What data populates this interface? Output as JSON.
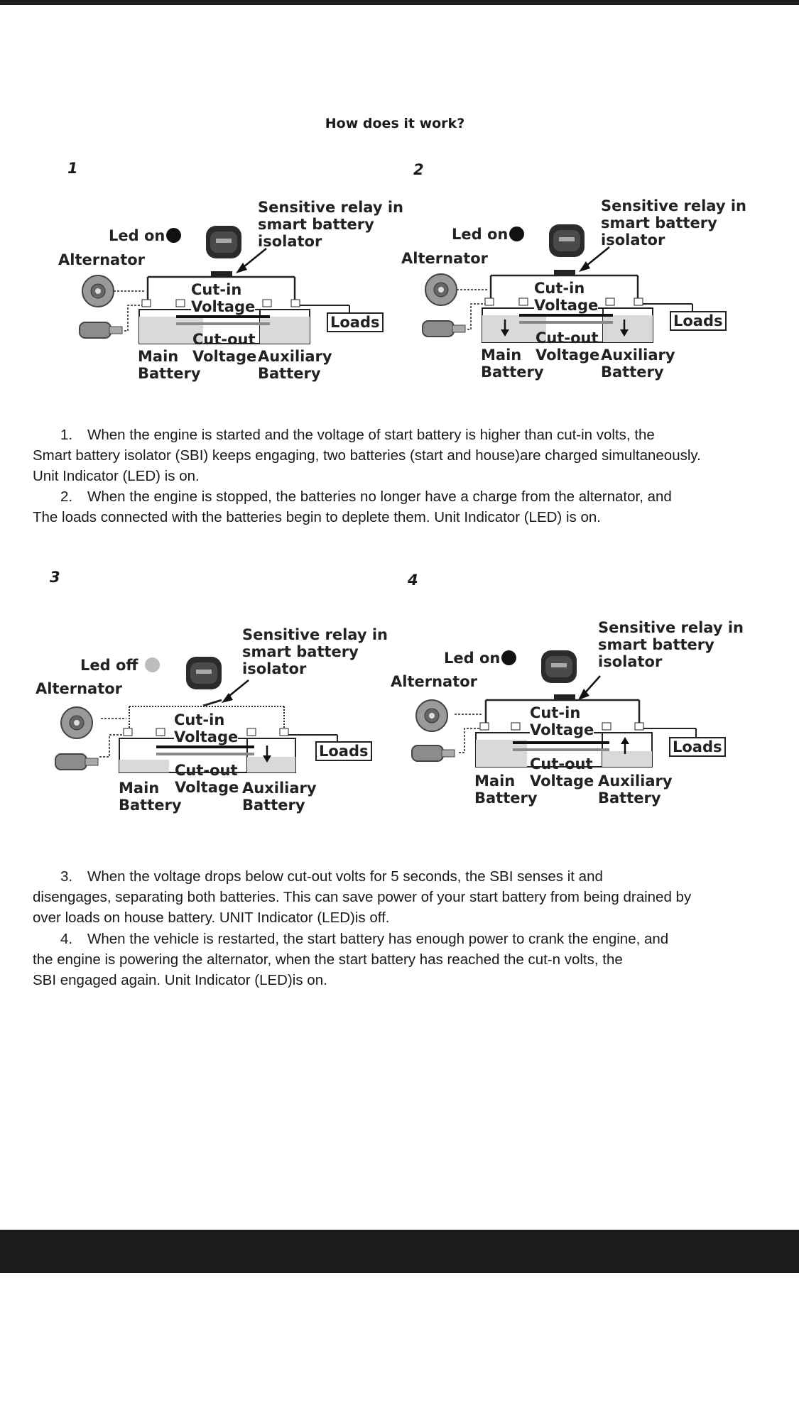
{
  "title": "How does it work?",
  "labels": {
    "relay": "Sensitive relay in\nsmart battery\nisolator",
    "alternator": "Alternator",
    "cut_in": "Cut-in\nVoltage",
    "cut_out": "Cut-out\nVoltage",
    "main_battery": "Main\nBattery",
    "aux_battery": "Auxiliary\nBattery",
    "loads": "Loads"
  },
  "panels": [
    {
      "number": "1",
      "led_text": "Led on",
      "led_color": "#111111"
    },
    {
      "number": "2",
      "led_text": "Led on",
      "led_color": "#111111"
    },
    {
      "number": "3",
      "led_text": "Led off",
      "led_color": "#bdbdbd"
    },
    {
      "number": "4",
      "led_text": "Led on",
      "led_color": "#111111"
    }
  ],
  "steps": [
    {
      "num": "1.",
      "lead": "When the engine is started and the voltage of start battery is higher than cut-in volts, the",
      "rest": [
        "Smart battery isolator (SBI) keeps engaging, two batteries (start and house)are charged simultaneously.",
        "Unit Indicator (LED) is on."
      ]
    },
    {
      "num": "2.",
      "lead": "When the engine is stopped, the batteries no longer have a charge from the alternator, and",
      "rest": [
        "The loads connected with the batteries begin to deplete them. Unit Indicator (LED) is on."
      ]
    },
    {
      "num": "3.",
      "lead": "When the voltage drops below cut-out volts for 5 seconds, the SBI senses it and",
      "rest": [
        "disengages, separating both batteries. This can save power of your start battery from being drained by",
        "over loads on house battery. UNIT Indicator (LED)is off."
      ]
    },
    {
      "num": "4.",
      "lead": "When the vehicle is restarted, the start battery has enough power to crank the engine, and",
      "rest": [
        "the engine is powering the alternator, when the start battery has reached the cut-n volts, the",
        "SBI engaged again. Unit Indicator (LED)is on."
      ]
    }
  ]
}
